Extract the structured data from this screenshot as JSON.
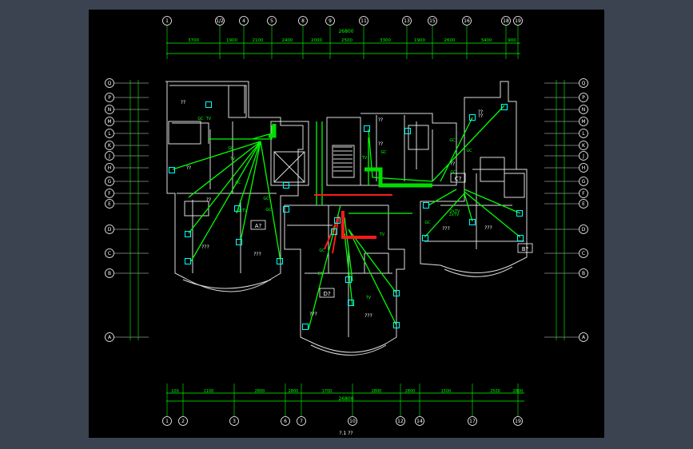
{
  "drawing": {
    "top_axes": [
      "1",
      "1/2",
      "4",
      "5",
      "8",
      "9",
      "11",
      "13",
      "15",
      "16",
      "18",
      "19"
    ],
    "bottom_axes": [
      "1",
      "2",
      "3",
      "6",
      "7",
      "10",
      "12",
      "14",
      "17",
      "19"
    ],
    "left_axes": [
      "Q",
      "P",
      "N",
      "M",
      "L",
      "K",
      "J",
      "H",
      "G",
      "F",
      "E",
      "D",
      "C",
      "B",
      "A"
    ],
    "right_axes": [
      "Q",
      "P",
      "N",
      "M",
      "L",
      "K",
      "J",
      "H",
      "G",
      "F",
      "E",
      "D",
      "C",
      "B",
      "A"
    ],
    "top_total": "26800",
    "top_dims": [
      "3700",
      "1900",
      "2100",
      "2400",
      "2000",
      "2500",
      "3300",
      "1900",
      "2600",
      "3400",
      "900"
    ],
    "bottom_total": "26800",
    "bottom_dims": [
      "100",
      "1100",
      "2800",
      "2800",
      "1700",
      "2800",
      "2800",
      "1500",
      "2500",
      "2800"
    ],
    "units": [
      {
        "label": "A"
      },
      {
        "label": "B"
      },
      {
        "label": "C"
      },
      {
        "label": "D"
      }
    ],
    "room_marks": [
      "??",
      "??",
      "??",
      "??",
      "???",
      "???",
      "???",
      "???",
      "???",
      "???",
      "??",
      "??",
      "??",
      "??"
    ],
    "cable_labels": [
      "GC",
      "TV",
      "GC",
      "TV",
      "GC",
      "GC",
      "2xTV",
      "GC",
      "TV",
      "GC",
      "GC",
      "2xTV",
      "GC",
      "2xTV",
      "GC",
      "TV",
      "GC",
      "TV",
      "GC",
      "GC"
    ],
    "caption": "?.1 ??",
    "colors": {
      "background": "#000000",
      "wall": "#ffffff",
      "cable": "#00ff00",
      "riser": "#ff0000",
      "outlet": "#00ffff",
      "axis": "#ffffff",
      "dimension": "#00ff00"
    }
  }
}
